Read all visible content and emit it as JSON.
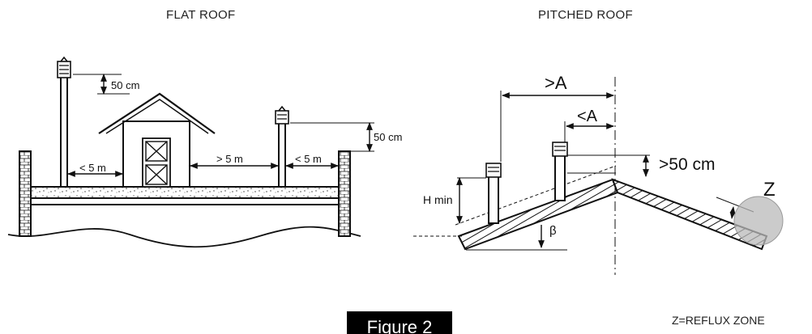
{
  "titles": {
    "flat_roof": "FLAT ROOF",
    "pitched_roof": "PITCHED ROOF"
  },
  "flat": {
    "dim_top_50cm": "50 cm",
    "dim_side_50cm": "50 cm",
    "dim_left_lt5m": "< 5 m",
    "dim_mid_gt5m": "> 5 m",
    "dim_right_lt5m": "< 5 m"
  },
  "pitched": {
    "dim_gtA": ">A",
    "dim_ltA": "<A",
    "dim_gt50cm": ">50 cm",
    "label_hmin": "H min",
    "label_beta": "β",
    "label_z": "Z"
  },
  "footer": {
    "figure_badge": "Figure 2",
    "reflux_note": "Z=REFLUX ZONE"
  }
}
